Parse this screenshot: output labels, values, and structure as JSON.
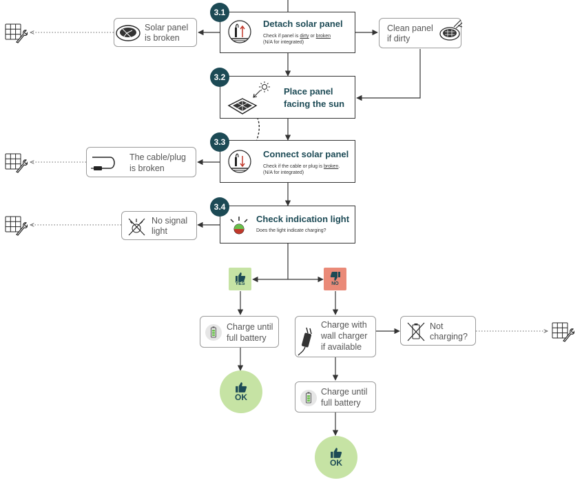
{
  "colors": {
    "badge": "#1c4a55",
    "yes": "#c6e3a4",
    "no": "#ea8a78",
    "ok": "#c6e3a4",
    "line": "#333333",
    "arrow_red": "#c0392b",
    "battery_green": "#6abf4b"
  },
  "steps": {
    "s31": {
      "badge": "3.1",
      "title": "Detach solar panel",
      "sub_pre": "Check if panel is ",
      "sub_dirty": "dirty",
      "sub_or": " or ",
      "sub_broken": "broken",
      "sub_line2": "(N/A for integrated)",
      "icon": "solar-plug-up-icon"
    },
    "s32": {
      "badge": "3.2",
      "title_line1": "Place panel",
      "title_line2": "facing the sun",
      "icon": "solar-panel-sun-icon"
    },
    "s33": {
      "badge": "3.3",
      "title": "Connect solar panel",
      "sub_pre": "Check if the cable or plug is ",
      "sub_broken": "broken",
      "sub_end": ".",
      "sub_line2": "(N/A for integrated)",
      "icon": "solar-plug-down-icon"
    },
    "s34": {
      "badge": "3.4",
      "title": "Check indication light",
      "sub": "Does the light indicate charging?",
      "icon": "indicator-light-icon"
    }
  },
  "side": {
    "solar_broken": {
      "line1": "Solar panel",
      "line2": "is broken",
      "icon": "broken-panel-icon"
    },
    "clean": {
      "line1": "Clean panel",
      "line2": "if dirty",
      "icon": "cleaning-panel-icon"
    },
    "cable_broken": {
      "line1": "The cable/plug",
      "line2": "is broken",
      "icon": "cable-icon"
    },
    "no_signal": {
      "line1": "No signal",
      "line2": "light",
      "icon": "no-light-icon"
    },
    "not_charging": {
      "line1": "Not",
      "line2": "charging?",
      "icon": "not-charging-icon"
    }
  },
  "branch": {
    "yes": {
      "label": "YES",
      "icon": "thumbs-up-icon"
    },
    "no": {
      "label": "NO",
      "icon": "thumbs-down-icon"
    }
  },
  "charge_full_1": {
    "line1": "Charge until",
    "line2": "full battery",
    "icon": "battery-icon"
  },
  "wall_charger": {
    "line1": "Charge with",
    "line2": "wall charger",
    "line3": "if available",
    "icon": "wall-plug-icon"
  },
  "charge_full_2": {
    "line1": "Charge until",
    "line2": "full battery",
    "icon": "battery-icon"
  },
  "ok": {
    "label": "OK",
    "icon": "thumbs-up-icon"
  },
  "repair": {
    "icon": "repair-icon"
  }
}
